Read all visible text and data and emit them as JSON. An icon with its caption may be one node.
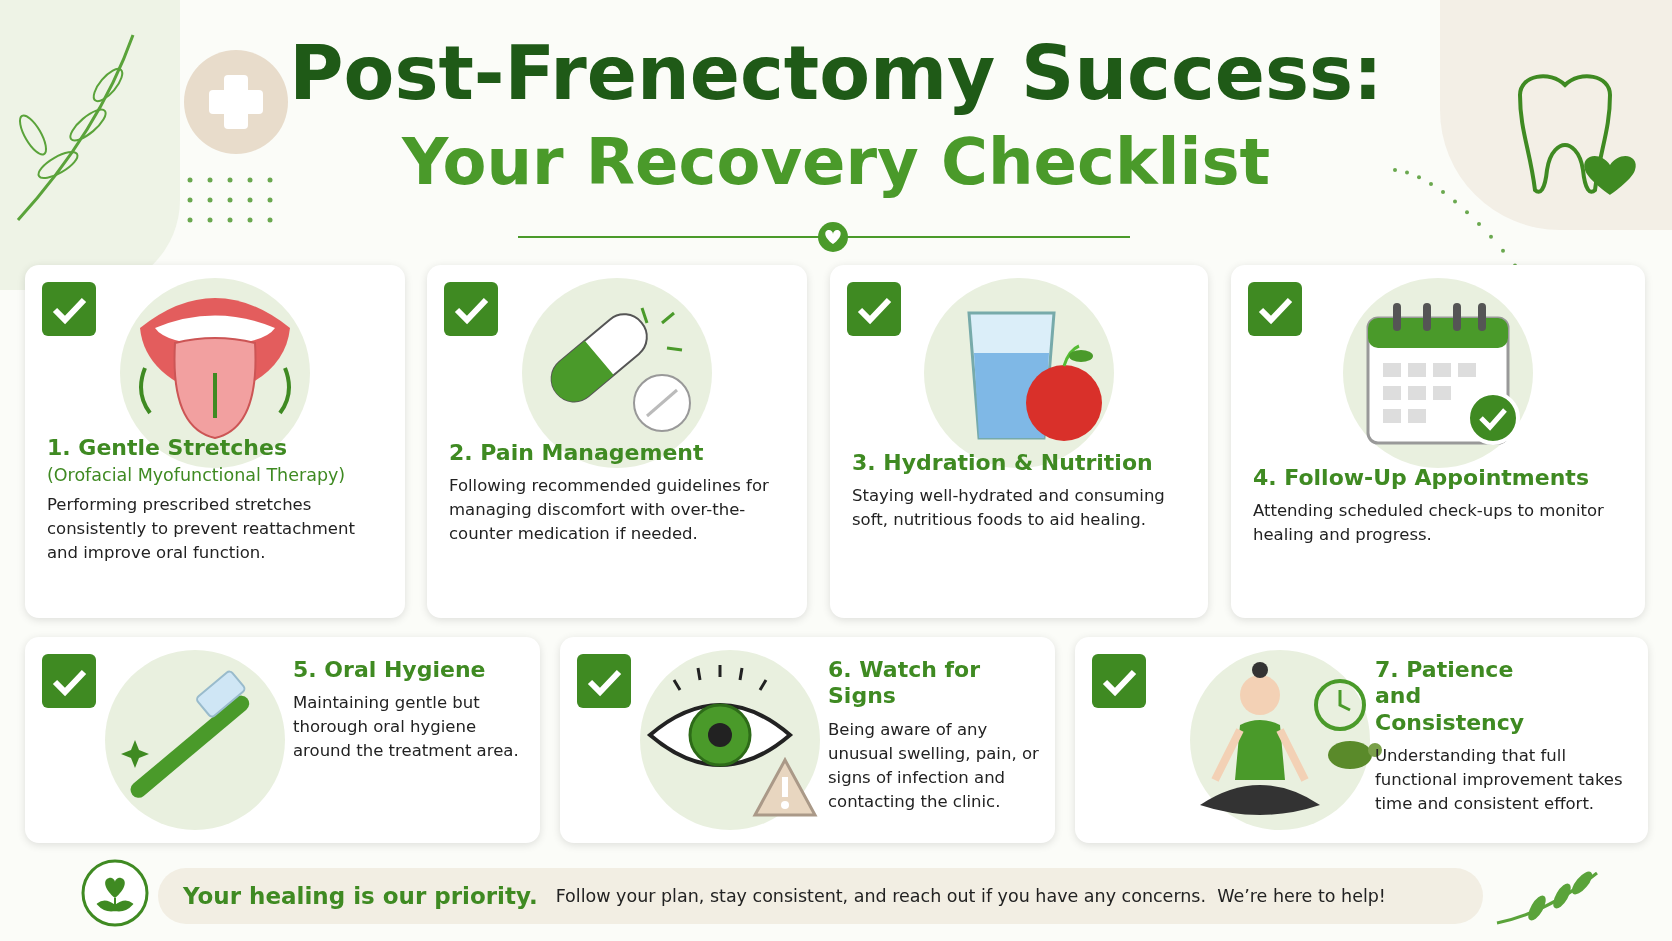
{
  "diagram": {
    "title": "Post-Frenectomy Success:",
    "nodes": [
      {
        "text": [
          "1. Gentle Stretches",
          "(Orofacial Myofunctional Therapy)",
          "Performing prescribed stretches consistently to prevent reattachment and improve oral function."
        ]
      },
      {
        "text": [
          "2. Pain Management",
          "Following recommended guidelines for managing discomfort with over-the-counter medication if needed."
        ]
      },
      {
        "text": [
          "3. Hydration & Nutrition",
          "Staying well-hydrated and consuming soft, nutritious foods to aid healing."
        ]
      },
      {
        "text": [
          "4. Follow-Up Appointments",
          "Attending scheduled check-ups to monitor healing and progress."
        ]
      },
      {
        "text": [
          "5. Oral Hygiene",
          "Maintaining gentle but thorough oral hygiene around the treatment area."
        ]
      },
      {
        "text": [
          "6. Watch for Signs",
          "Being aware of any unusual swelling, pain, or signs of infection and contacting the clinic."
        ]
      },
      {
        "text": [
          "7. Patience and Consistency",
          "Understanding that full functional improvement takes time and consistent effort."
        ]
      },
      {
        "text": [
          "Your healing is our priority.",
          "Follow your plan, stay consistent, and reach out if you have any concerns.  We’re here to help!"
        ]
      }
    ],
    "labels": [
      "Your Recovery Checklist"
    ]
  }
}
